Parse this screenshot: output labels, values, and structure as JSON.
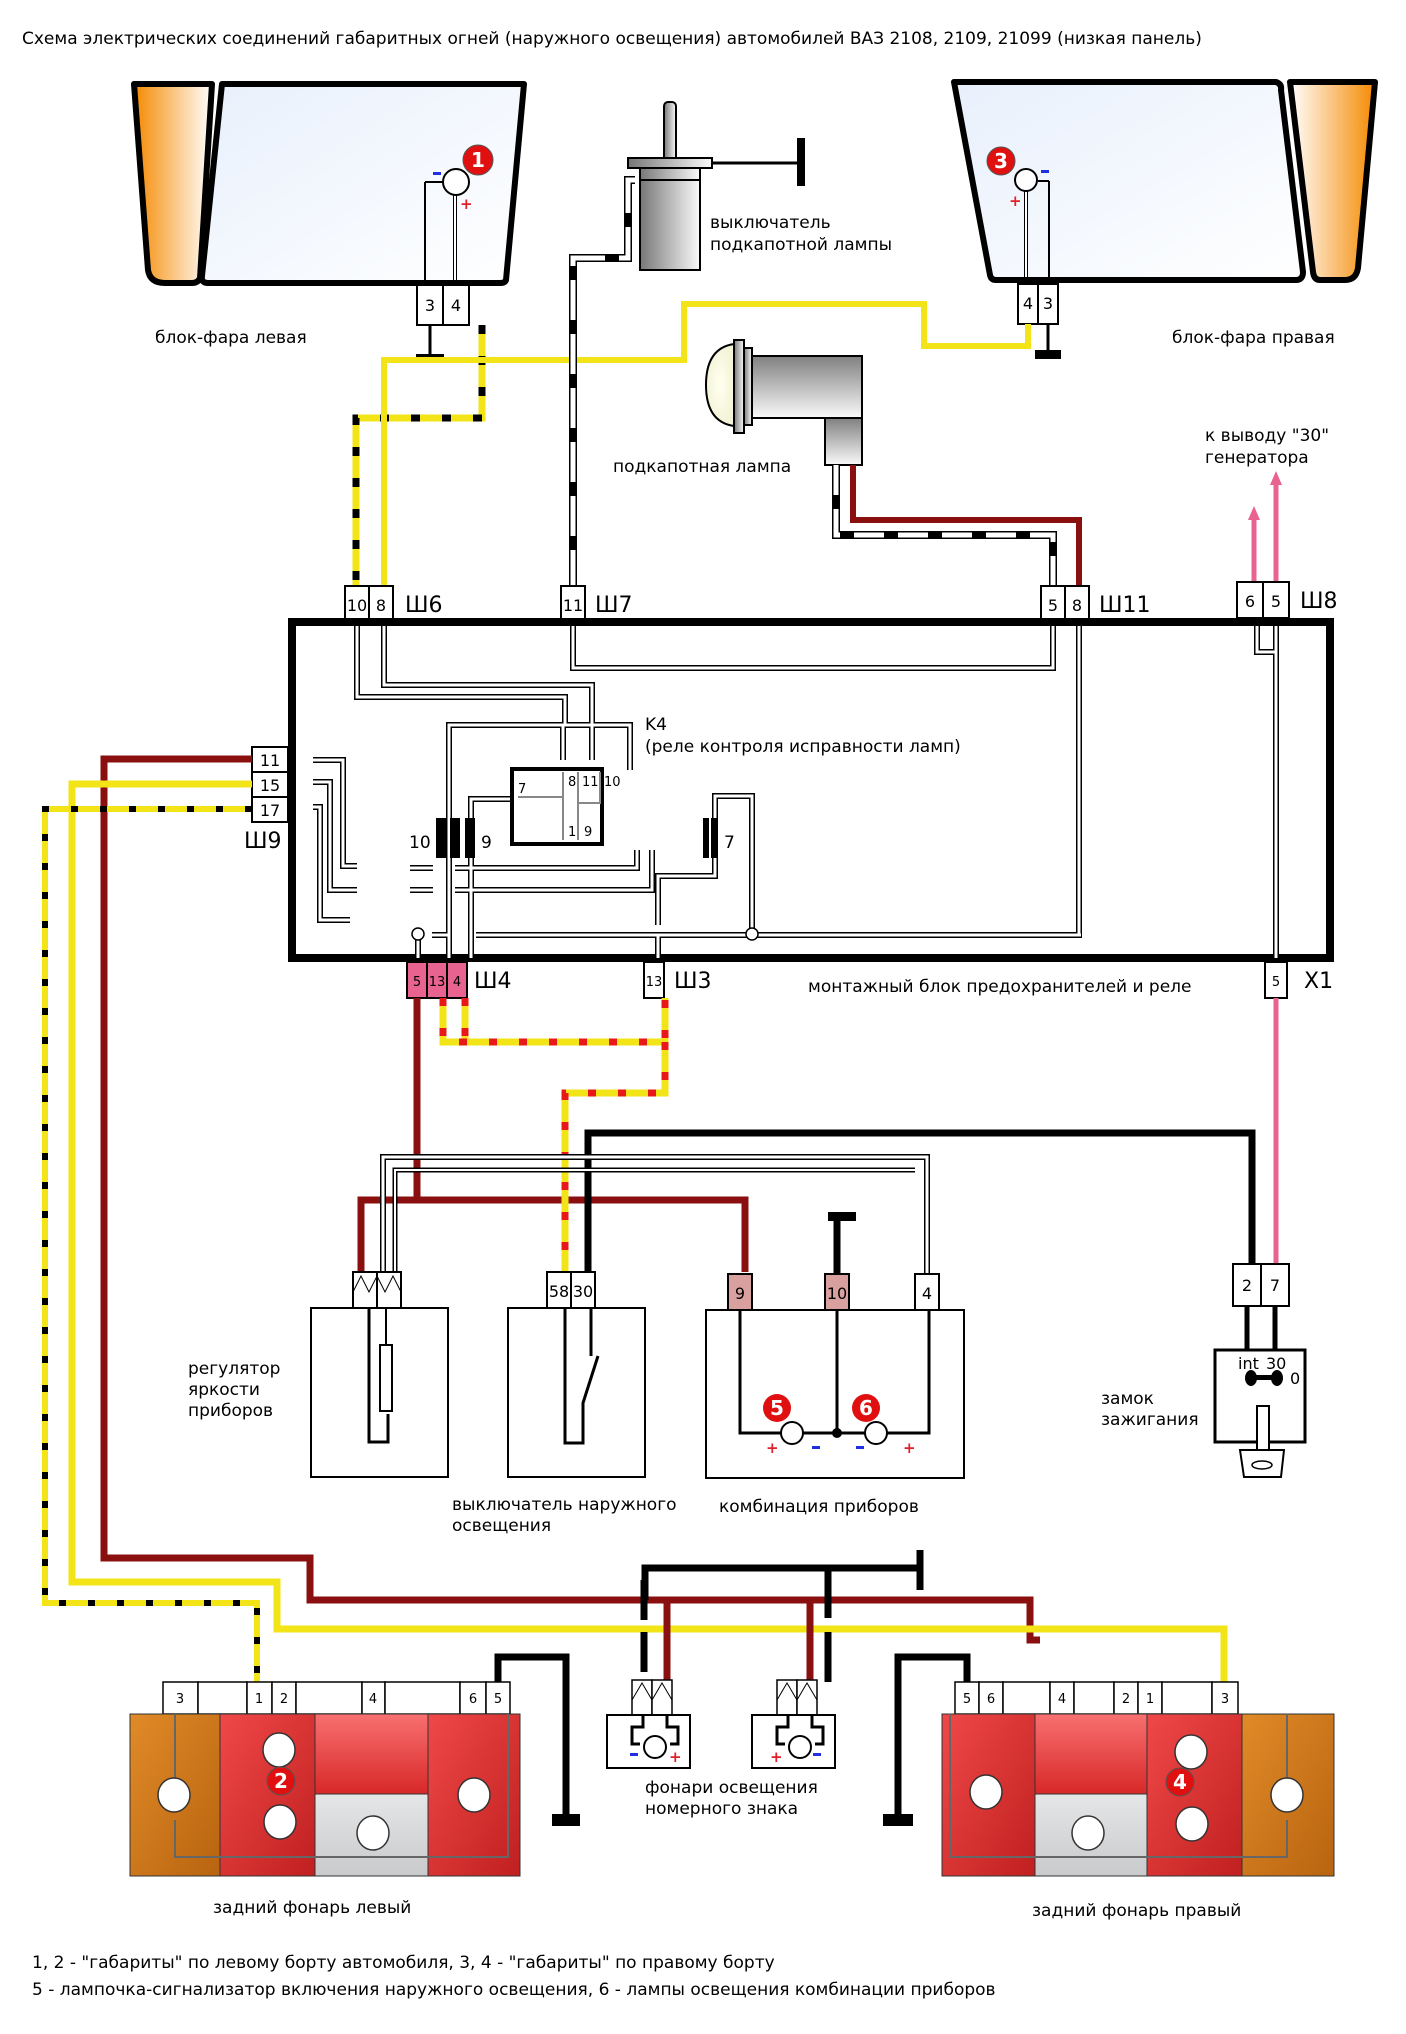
{
  "title": "Схема электрических соединений габаритных огней (наружного освещения) автомобилей ВАЗ 2108, 2109, 21099 (низкая панель)",
  "colors": {
    "wire_brown": "#8a1010",
    "wire_yellow": "#f2e416",
    "wire_pink": "#e8638f",
    "wire_black": "#000000",
    "connector_pink": "#e8638f",
    "connector_rose": "#d9a0a0",
    "lamp_red": "#d82828",
    "lamp_amber": "#e08820",
    "badge_red": "#e01010"
  },
  "components": {
    "headlight_left": {
      "label": "блок-фара левая",
      "pins": [
        "3",
        "4"
      ],
      "badge": "1"
    },
    "headlight_right": {
      "label": "блок-фара правая",
      "pins": [
        "4",
        "3"
      ],
      "badge": "3"
    },
    "hood_switch": {
      "label_line1": "выключатель",
      "label_line2": "подкапотной лампы"
    },
    "hood_lamp": {
      "label": "подкапотная лампа"
    },
    "generator": {
      "label_line1": "к выводу \"30\"",
      "label_line2": "генератора"
    },
    "fuse_block": {
      "label": "монтажный блок предохранителей и реле",
      "relay": {
        "name": "K4",
        "desc": "(реле контроля исправности ламп)",
        "pins": [
          "7",
          "8",
          "11",
          "10",
          "1",
          "9"
        ]
      },
      "fuses": [
        "10",
        "9",
        "7"
      ]
    },
    "connectors": {
      "sh6": {
        "name": "Ш6",
        "pins": [
          "10",
          "8"
        ]
      },
      "sh7": {
        "name": "Ш7",
        "pins": [
          "11"
        ]
      },
      "sh11": {
        "name": "Ш11",
        "pins": [
          "5",
          "8"
        ]
      },
      "sh8": {
        "name": "Ш8",
        "pins": [
          "6",
          "5"
        ]
      },
      "sh9": {
        "name": "Ш9",
        "pins": [
          "11",
          "15",
          "17"
        ]
      },
      "sh4": {
        "name": "Ш4",
        "pins": [
          "5",
          "13",
          "4"
        ]
      },
      "sh3": {
        "name": "Ш3",
        "pins": [
          "13"
        ]
      },
      "x1": {
        "name": "X1",
        "pins": [
          "5"
        ]
      }
    },
    "dimmer": {
      "label_line1": "регулятор",
      "label_line2": "яркости",
      "label_line3": "приборов"
    },
    "light_switch": {
      "label_line1": "выключатель наружного",
      "label_line2": "освещения",
      "pins": [
        "58",
        "30"
      ]
    },
    "cluster": {
      "label": "комбинация приборов",
      "pins": [
        "9",
        "10",
        "4"
      ],
      "badges": [
        "5",
        "6"
      ]
    },
    "ignition": {
      "label_line1": "замок",
      "label_line2": "зажигания",
      "pins": [
        "2",
        "7"
      ],
      "pos_int": "int",
      "pos_30": "30",
      "pos_0": "0"
    },
    "plate_lights": {
      "label_line1": "фонари освещения",
      "label_line2": "номерного знака"
    },
    "tail_left": {
      "label": "задний фонарь левый",
      "pins": [
        "3",
        "1",
        "2",
        "4",
        "6",
        "5"
      ],
      "badge": "2"
    },
    "tail_right": {
      "label": "задний фонарь правый",
      "pins": [
        "5",
        "6",
        "4",
        "2",
        "1",
        "3"
      ],
      "badge": "4"
    }
  },
  "legend": {
    "line1": "1, 2 - \"габариты\" по левому борту автомобиля, 3, 4 - \"габариты\" по правому борту",
    "line2": "5 - лампочка-сигнализатор включения наружного освещения, 6 - лампы освещения комбинации приборов"
  }
}
